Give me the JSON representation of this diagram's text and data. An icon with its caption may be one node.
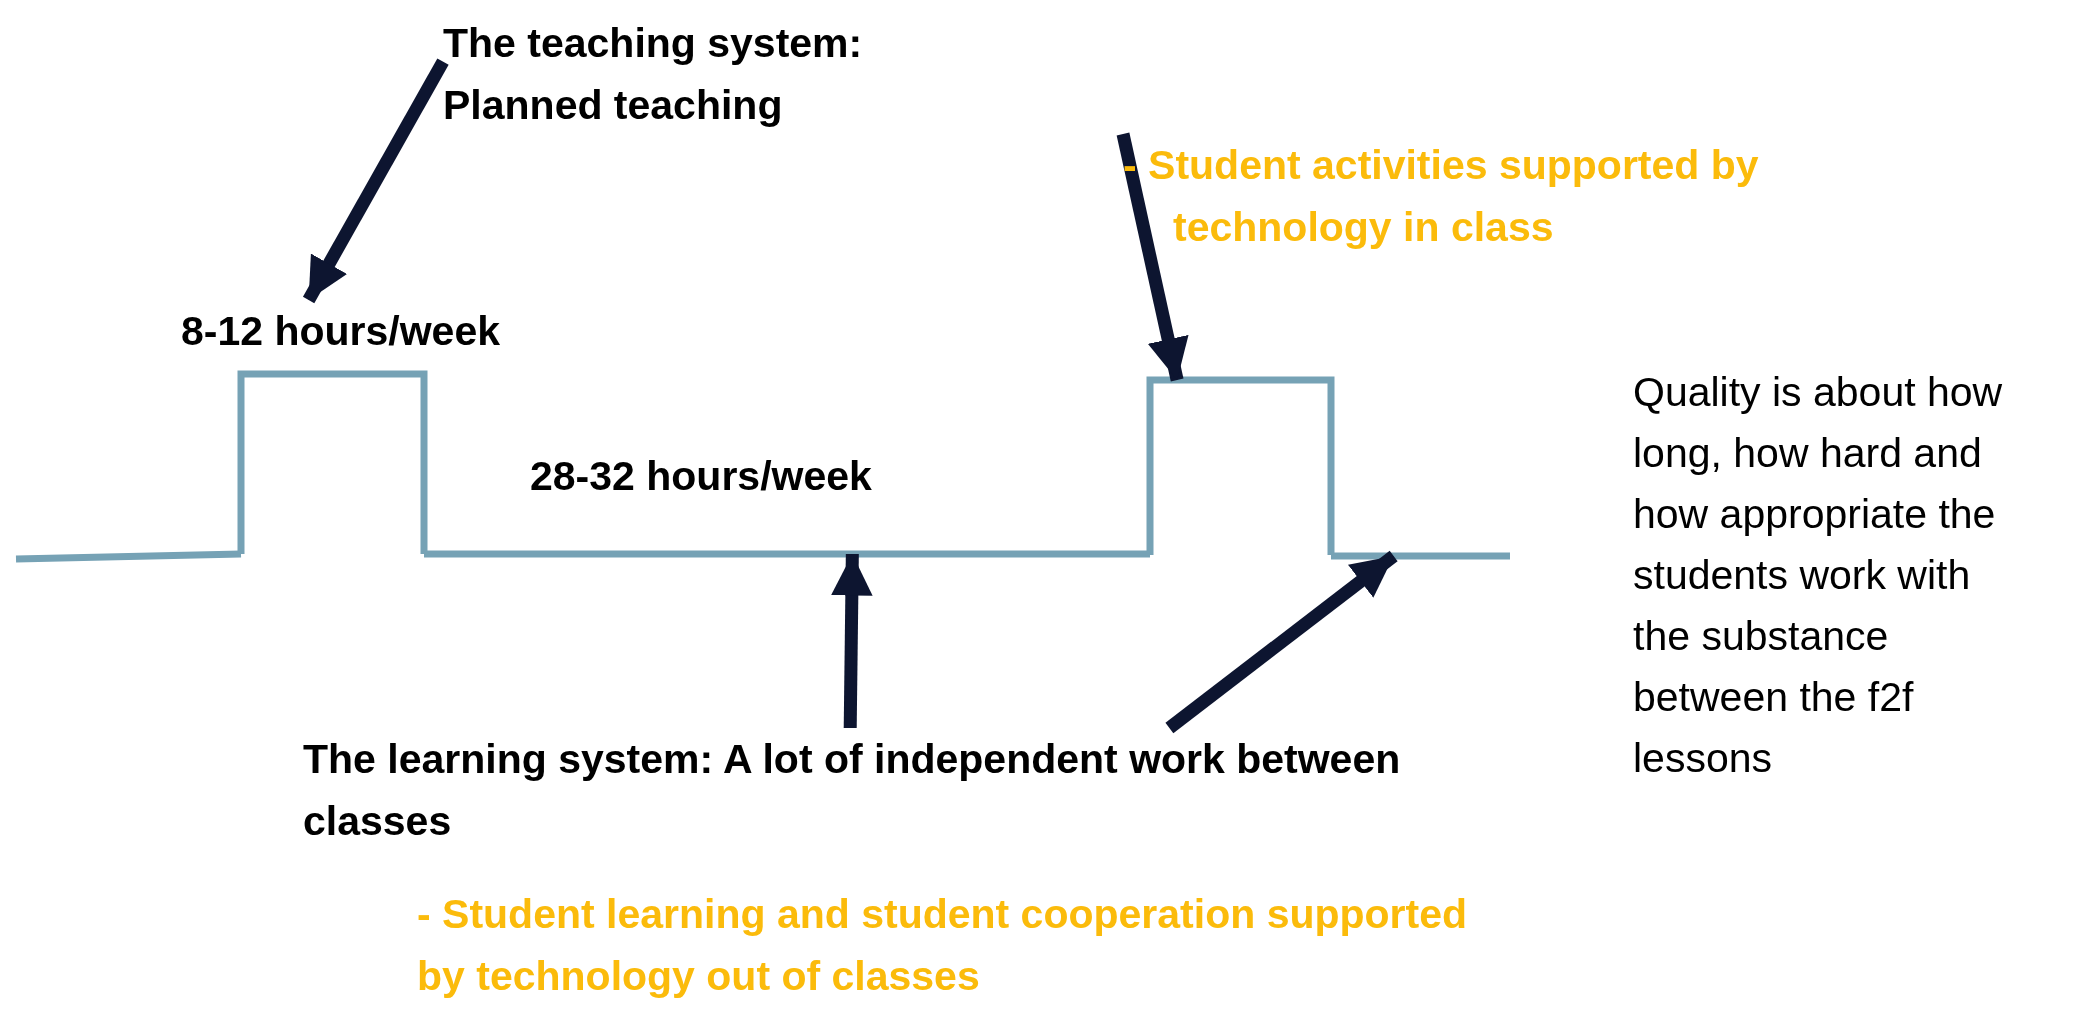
{
  "diagram": {
    "nodes": [
      {
        "text": [
          "The teaching system: Planned teaching"
        ]
      },
      {
        "text": [
          "- Student activities supported by technology in class"
        ]
      },
      {
        "text": [
          "8-12 hours/week"
        ]
      },
      {
        "text": [],
        "shape": "pulse"
      },
      {
        "text": [],
        "shape": "line",
        "beside": [
          "28-32 hours/week"
        ]
      },
      {
        "text": [],
        "shape": "line"
      },
      {
        "text": [
          "The learning system: A lot of independent work between classes"
        ]
      }
    ],
    "edges": [
      {
        "from": 0,
        "to": 2,
        "arrow": "to"
      },
      {
        "from": 1,
        "to": 3,
        "arrow": "to"
      },
      {
        "from": 6,
        "to": 4,
        "arrow": "to"
      },
      {
        "from": 6,
        "to": 5,
        "arrow": "to"
      }
    ],
    "labels": [
      "- Student learning and student cooperation supported by technology out of classes",
      "Quality is about how long, how hard and how appropriate the students work with the substance between the f2f lessons"
    ]
  }
}
